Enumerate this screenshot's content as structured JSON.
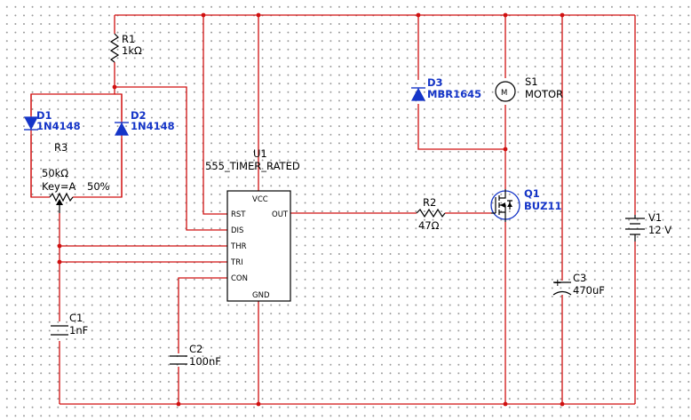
{
  "components": {
    "r1": {
      "ref": "R1",
      "value": "1kΩ"
    },
    "d1": {
      "ref": "D1",
      "model": "1N4148"
    },
    "d2": {
      "ref": "D2",
      "model": "1N4148"
    },
    "r3": {
      "ref": "R3",
      "value": "50kΩ",
      "key": "Key=A",
      "setting": "50%"
    },
    "c1": {
      "ref": "C1",
      "value": "1nF"
    },
    "c2": {
      "ref": "C2",
      "value": "100nF"
    },
    "u1": {
      "ref": "U1",
      "model": "555_TIMER_RATED",
      "pins": {
        "vcc": "VCC",
        "rst": "RST",
        "out": "OUT",
        "dis": "DIS",
        "thr": "THR",
        "tri": "TRI",
        "con": "CON",
        "gnd": "GND"
      }
    },
    "r2": {
      "ref": "R2",
      "value": "47Ω"
    },
    "d3": {
      "ref": "D3",
      "model": "MBR1645"
    },
    "s1": {
      "ref": "S1",
      "model": "MOTOR",
      "symbol": "M"
    },
    "q1": {
      "ref": "Q1",
      "model": "BUZ11"
    },
    "c3": {
      "ref": "C3",
      "value": "470uF",
      "polarity": "+"
    },
    "v1": {
      "ref": "V1",
      "value": "12 V"
    }
  },
  "colors": {
    "wire": "#d01010",
    "component": "#000000",
    "label_blue": "#1535c8",
    "grid_dot": "#9a9a9a"
  }
}
